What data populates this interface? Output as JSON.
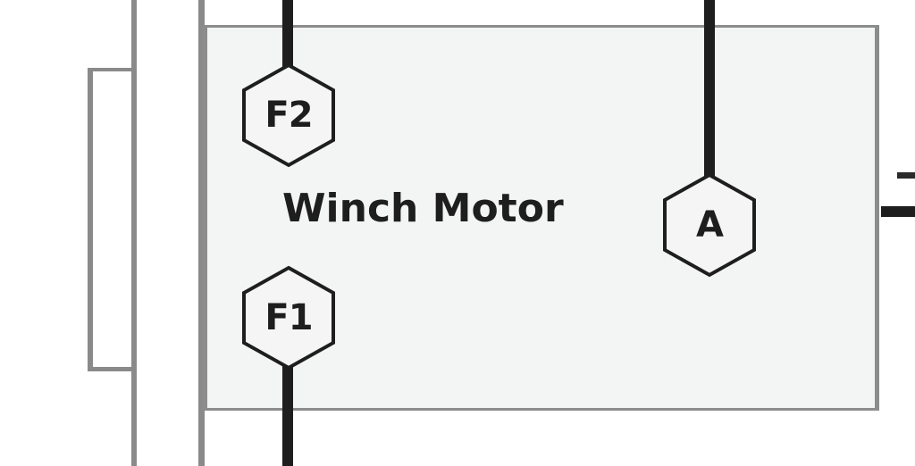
{
  "diagram": {
    "component": {
      "label": "Winch Motor",
      "fill_color": "#f3f4f4",
      "border_color": "#8c8c8c"
    },
    "terminals": [
      {
        "id": "F2",
        "label": "F2"
      },
      {
        "id": "A",
        "label": "A"
      },
      {
        "id": "F1",
        "label": "F1"
      }
    ],
    "colors": {
      "wire": "#1e1e1e",
      "frame": "#8a8a8a",
      "background": "#ffffff"
    }
  }
}
